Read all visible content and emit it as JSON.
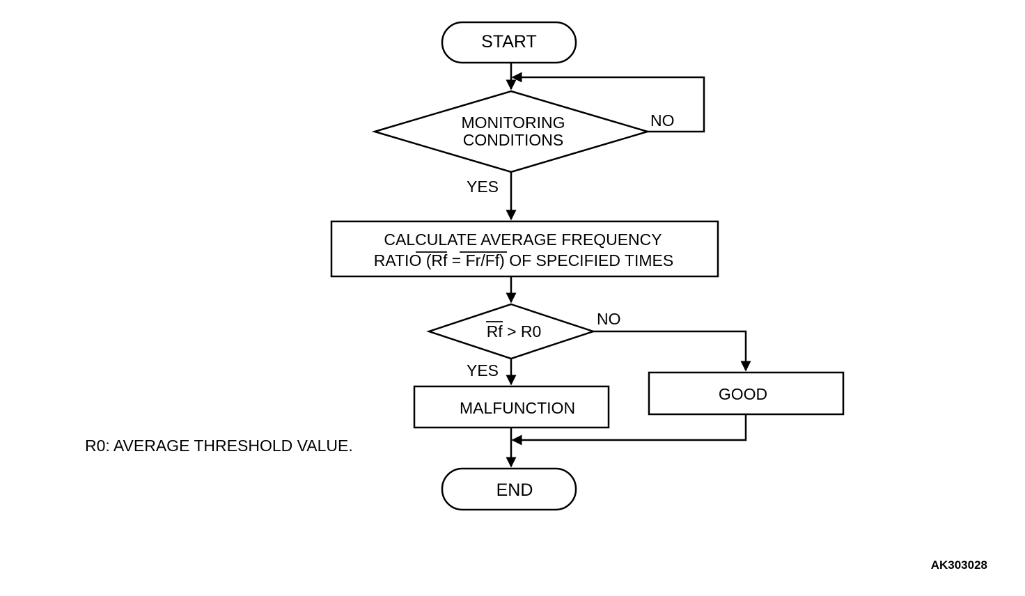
{
  "flowchart": {
    "start": "START",
    "decision1": {
      "line1": "MONITORING",
      "line2": "CONDITIONS",
      "no": "NO",
      "yes": "YES"
    },
    "process1": {
      "line1": "CALCULATE AVERAGE FREQUENCY",
      "line2_prefix": "RATIO ",
      "rf": "(Rf",
      "eq": " = ",
      "frff": "Fr/Ff)",
      "line2_suffix": " OF SPECIFIED TIMES"
    },
    "decision2": {
      "rf": "Rf",
      "rest": " > R0",
      "no": "NO",
      "yes": "YES"
    },
    "malfunction": "MALFUNCTION",
    "good": "GOOD",
    "end": "END"
  },
  "note": "R0: AVERAGE THRESHOLD VALUE.",
  "figure_code": "AK303028"
}
